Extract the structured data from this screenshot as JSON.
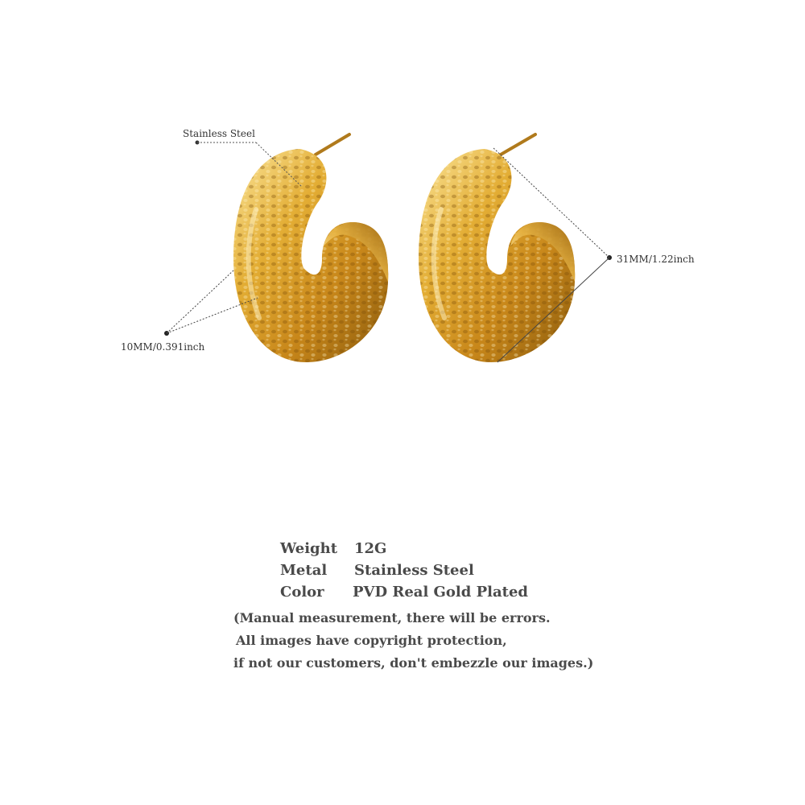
{
  "annotations": {
    "material": "Stainless Steel",
    "width": "10MM/0.391inch",
    "height": "31MM/1.22inch"
  },
  "specs": {
    "weight": {
      "label": "Weight",
      "value": "12G"
    },
    "metal": {
      "label": "Metal",
      "value": "Stainless Steel"
    },
    "color": {
      "label": "Color",
      "value": "PVD Real Gold Plated"
    }
  },
  "notes": [
    "(Manual measurement, there will be errors.",
    " All images have copyright protection,",
    "if not our customers, don't embezzle our images.)"
  ],
  "colors": {
    "gold_light": "#f6d77a",
    "gold_mid": "#d9a02a",
    "gold_dark": "#8a5a0c",
    "text": "#4a4a4a"
  }
}
